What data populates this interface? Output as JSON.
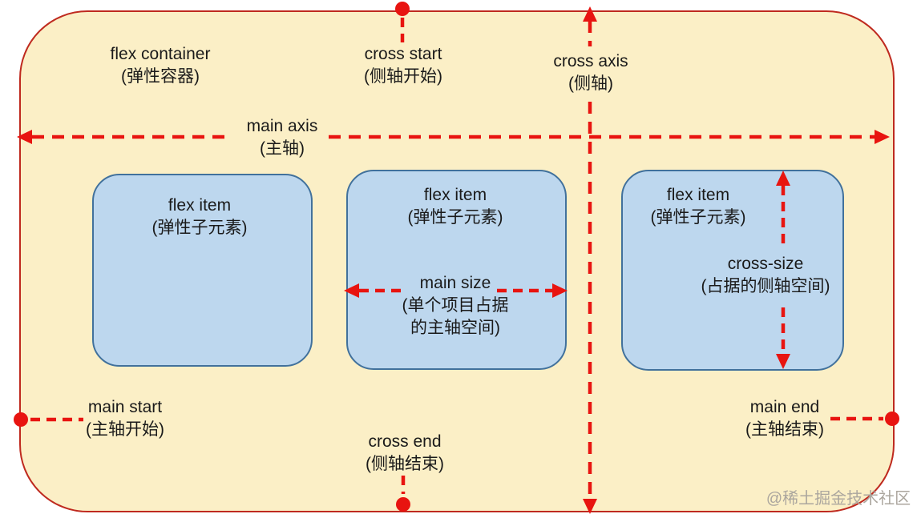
{
  "labels": {
    "flex_container": {
      "en": "flex container",
      "zh": "(弹性容器)"
    },
    "cross_start": {
      "en": "cross start",
      "zh": "(侧轴开始)"
    },
    "cross_axis": {
      "en": "cross axis",
      "zh": "(侧轴)"
    },
    "main_axis": {
      "en": "main axis",
      "zh": "(主轴)"
    },
    "main_start": {
      "en": "main start",
      "zh": "(主轴开始)"
    },
    "main_end": {
      "en": "main end",
      "zh": "(主轴结束)"
    },
    "cross_end": {
      "en": "cross end",
      "zh": "(侧轴结束)"
    },
    "main_size": {
      "en": "main size",
      "zh1": "(单个项目占据",
      "zh2": "的主轴空间)"
    },
    "cross_size": {
      "en": "cross-size",
      "zh": "(占据的侧轴空间)"
    }
  },
  "items": [
    {
      "en": "flex item",
      "zh": "(弹性子元素)"
    },
    {
      "en": "flex item",
      "zh": "(弹性子元素)"
    },
    {
      "en": "flex item",
      "zh": "(弹性子元素)"
    }
  ],
  "watermark": "@稀土掘金技术社区",
  "colors": {
    "page_bg": "#ffffff",
    "container_fill": "#fbefc6",
    "container_border": "#bf2a1f",
    "item_fill": "#bdd7ee",
    "item_border": "#41719c",
    "arrow_red": "#e81410",
    "text": "#1a1a1a",
    "watermark": "#aba69e"
  }
}
